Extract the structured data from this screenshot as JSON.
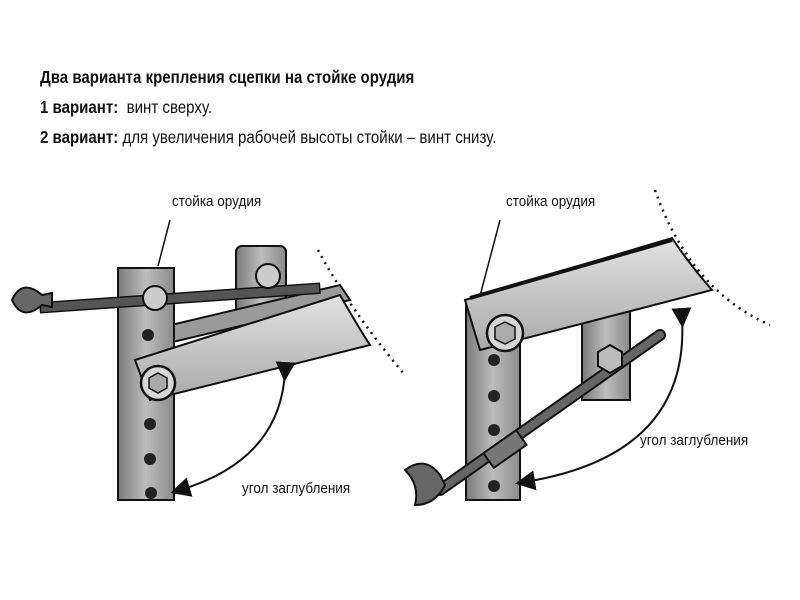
{
  "heading": {
    "title": "Два варианта крепления сцепки на стойке орудия",
    "variant1_label": "1 вариант:",
    "variant1_text": "винт сверху.",
    "variant2_label": "2 вариант:",
    "variant2_text": "для увеличения рабочей высоты стойки – винт снизу."
  },
  "diagram_left": {
    "post_label": "стойка орудия",
    "angle_label": "угол заглубления"
  },
  "diagram_right": {
    "post_label": "стойка орудия",
    "angle_label": "угол заглубления"
  }
}
